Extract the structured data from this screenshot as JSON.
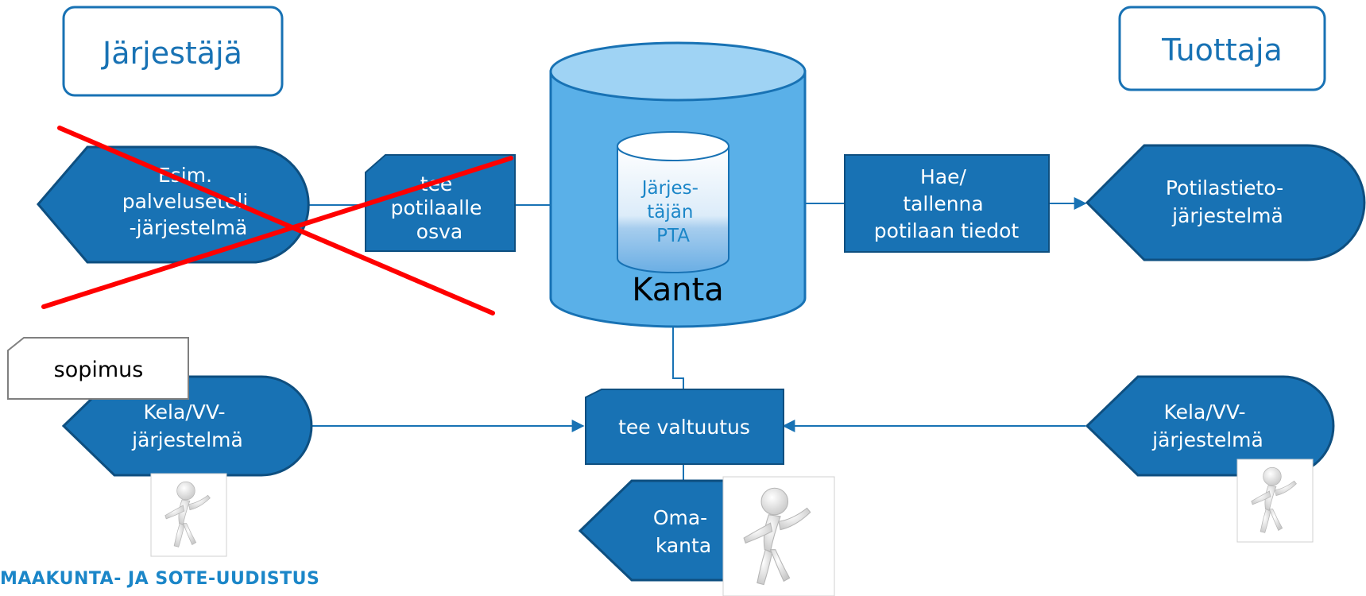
{
  "roles": {
    "left": "Järjestäjä",
    "right": "Tuottaja"
  },
  "systems": {
    "voucher_system": [
      "Esim.",
      "palveluseteli",
      "-järjestelmä"
    ],
    "patient_system": [
      "Potilastieto-",
      "järjestelmä"
    ],
    "kela_left": [
      "Kela/VV-",
      "järjestelmä"
    ],
    "kela_right": [
      "Kela/VV-",
      "järjestelmä"
    ],
    "omakanta": [
      "Oma-",
      "kanta"
    ]
  },
  "actions": {
    "create_osva": [
      "tee",
      "potilaalle",
      "osva"
    ],
    "fetch_store": [
      "Hae/",
      "tallenna",
      "potilaan tiedot"
    ],
    "authorize": "tee valtuutus"
  },
  "kanta": {
    "label": "Kanta",
    "inner_db": [
      "Järjes-",
      "täjän",
      "PTA"
    ]
  },
  "note": {
    "sopimus": "sopimus"
  },
  "footer": "MAAKUNTA- JA SOTE-UUDISTUS",
  "colors": {
    "dark_blue": "#1872b4",
    "cylinder": "#5ab0e8",
    "cylinder_top": "#9fd3f4",
    "cross": "#ff0000",
    "brand": "#1b86c8"
  },
  "icons": {
    "person": "person-presenting-icon"
  }
}
